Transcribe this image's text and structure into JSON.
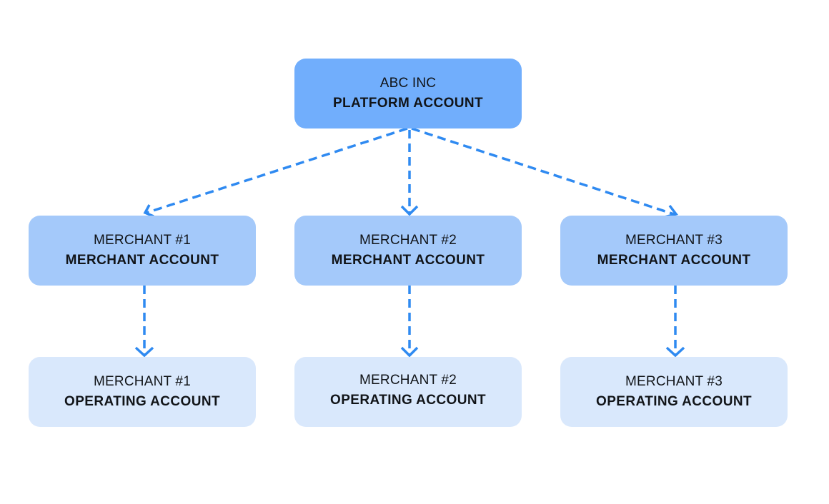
{
  "colors": {
    "platform_fill": "#71aefc",
    "merchant_fill": "#a4c9fa",
    "operating_fill": "#d9e8fc",
    "connector": "#2f8af1"
  },
  "platform": {
    "name": "ABC INC",
    "type": "PLATFORM ACCOUNT"
  },
  "merchants": [
    {
      "name": "MERCHANT #1",
      "type": "MERCHANT ACCOUNT"
    },
    {
      "name": "MERCHANT #2",
      "type": "MERCHANT ACCOUNT"
    },
    {
      "name": "MERCHANT #3",
      "type": "MERCHANT ACCOUNT"
    }
  ],
  "operating": [
    {
      "name": "MERCHANT #1",
      "type": "OPERATING ACCOUNT"
    },
    {
      "name": "MERCHANT #2",
      "type": "OPERATING ACCOUNT"
    },
    {
      "name": "MERCHANT #3",
      "type": "OPERATING ACCOUNT"
    }
  ],
  "edges": [
    {
      "from": "platform",
      "to": "merchants.0"
    },
    {
      "from": "platform",
      "to": "merchants.1"
    },
    {
      "from": "platform",
      "to": "merchants.2"
    },
    {
      "from": "merchants.0",
      "to": "operating.0"
    },
    {
      "from": "merchants.1",
      "to": "operating.1"
    },
    {
      "from": "merchants.2",
      "to": "operating.2"
    }
  ]
}
